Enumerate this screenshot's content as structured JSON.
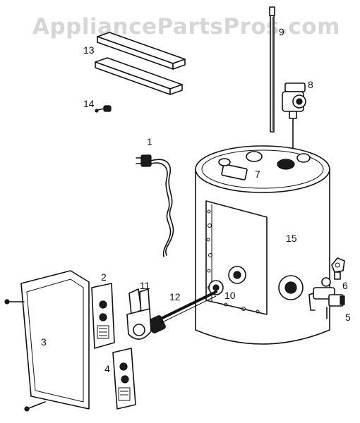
{
  "watermark": "AppliancePartsPros.com",
  "callouts": [
    {
      "id": "1",
      "label": "1"
    },
    {
      "id": "2",
      "label": "2"
    },
    {
      "id": "3",
      "label": "3"
    },
    {
      "id": "4",
      "label": "4"
    },
    {
      "id": "5",
      "label": "5"
    },
    {
      "id": "6",
      "label": "6"
    },
    {
      "id": "7",
      "label": "7"
    },
    {
      "id": "8",
      "label": "8"
    },
    {
      "id": "9",
      "label": "9"
    },
    {
      "id": "10",
      "label": "10"
    },
    {
      "id": "11",
      "label": "11"
    },
    {
      "id": "12",
      "label": "12"
    },
    {
      "id": "13",
      "label": "13"
    },
    {
      "id": "14",
      "label": "14"
    },
    {
      "id": "15",
      "label": "15"
    }
  ]
}
